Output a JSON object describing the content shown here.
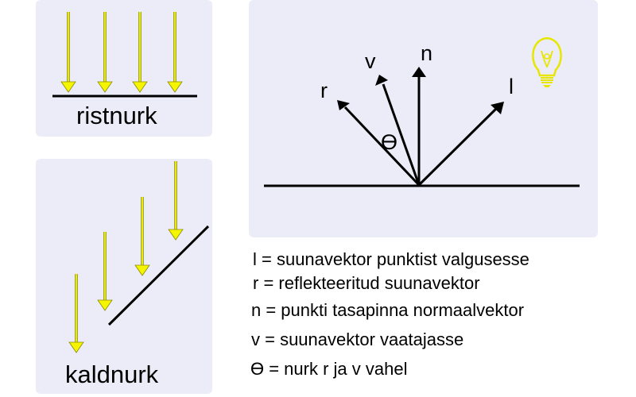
{
  "colors": {
    "panel": "#ececf8",
    "light_arrow": "#f5f500",
    "light_arrow_outline": "#8a8a00",
    "ink": "#000000",
    "bulb": "#e6e600"
  },
  "panels": {
    "top_left": {
      "caption": "ristnurk"
    },
    "bottom_left": {
      "caption": "kaldnurk"
    }
  },
  "diagram": {
    "vector_labels": {
      "r": "r",
      "v": "v",
      "n": "n",
      "l": "l",
      "theta": "ϴ"
    },
    "icon": "light-bulb-icon"
  },
  "legend": [
    "l = suunavektor punktist valgusesse",
    "r = reflekteeritud suunavektor",
    "n = punkti tasapinna normaalvektor",
    "v = suunavektor vaatajasse",
    "ϴ = nurk r ja v vahel"
  ]
}
